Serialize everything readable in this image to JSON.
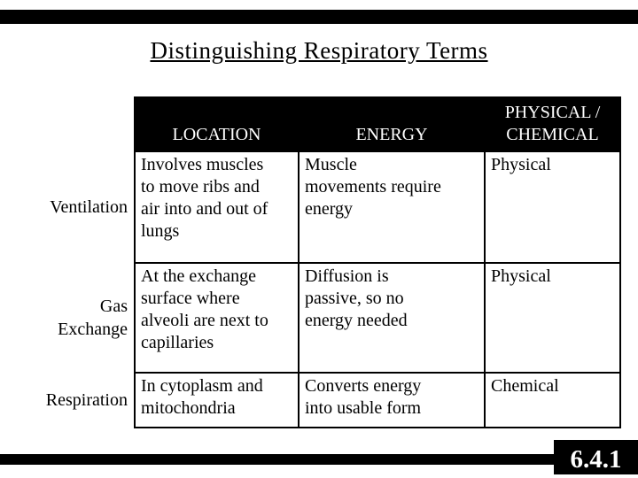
{
  "slide": {
    "title": "Distinguishing Respiratory Terms",
    "slide_number": "6.4.1"
  },
  "table": {
    "columns": [
      "LOCATION",
      "ENERGY",
      "PHYSICAL /\nCHEMICAL"
    ],
    "rows": [
      {
        "label": "Ventilation",
        "location": "Involves muscles\nto move ribs and\nair into and out of\nlungs",
        "energy": "Muscle\nmovements require\nenergy",
        "physical_chemical": "Physical"
      },
      {
        "label": "Gas\nExchange",
        "location": "At the exchange\nsurface where\nalveoli are next to\ncapillaries",
        "energy": "Diffusion is\npassive, so no\nenergy needed",
        "physical_chemical": "Physical"
      },
      {
        "label": "Respiration",
        "location": "In cytoplasm and\nmitochondria",
        "energy": "Converts energy\ninto usable form",
        "physical_chemical": "Chemical"
      }
    ]
  },
  "colors": {
    "background": "#ffffff",
    "bar": "#000000",
    "header_bg": "#000000",
    "header_text": "#ffffff",
    "body_text": "#000000"
  }
}
